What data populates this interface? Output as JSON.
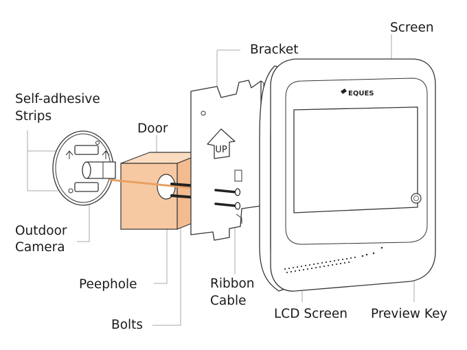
{
  "labels": {
    "screen": "Screen",
    "bracket": "Bracket",
    "self_adhesive_1": "Self-adhesive",
    "self_adhesive_2": "Strips",
    "door": "Door",
    "outdoor_1": "Outdoor",
    "outdoor_2": "Camera",
    "peephole": "Peephole",
    "ribbon_1": "Ribbon",
    "ribbon_2": "Cable",
    "lcd": "LCD Screen",
    "preview": "Preview Key",
    "bolts": "Bolts"
  },
  "device": {
    "brand": "EQUES",
    "bracket_mark": "UP"
  },
  "colors": {
    "door": "#f7c9a3",
    "cable": "#e8a060",
    "line": "#aaaaaa",
    "text": "#1a1a1a"
  }
}
